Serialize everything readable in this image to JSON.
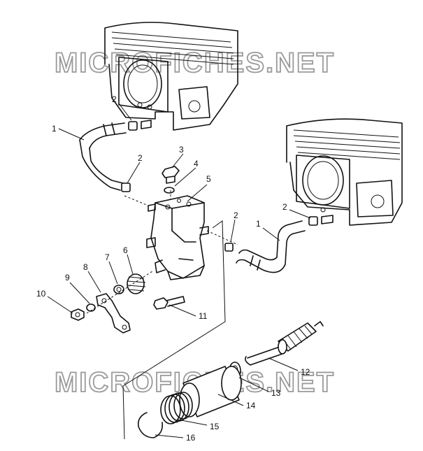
{
  "watermark": {
    "text": "MICROFICHES.NET"
  },
  "callouts": {
    "c1_left": "1",
    "c1_right": "1",
    "c2_top": "2",
    "c2_hose": "2",
    "c2_pump": "2",
    "c2_right": "2",
    "c3": "3",
    "c4": "4",
    "c5": "5",
    "c6": "6",
    "c7": "7",
    "c8": "8",
    "c9": "9",
    "c10": "10",
    "c11": "11",
    "c12": "12",
    "c13": "13",
    "c14": "14",
    "c15": "15",
    "c16": "16"
  }
}
